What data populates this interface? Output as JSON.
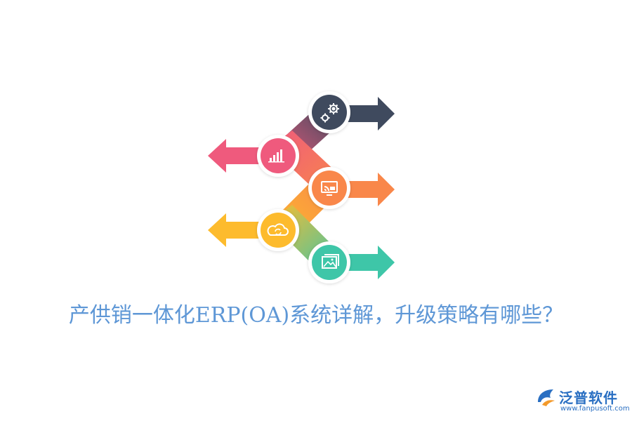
{
  "title": "产供销一体化ERP(OA)系统详解，升级策略有哪些？",
  "brand": {
    "name": "泛普软件",
    "url": "www.fanpusoft.com"
  },
  "diagram": {
    "steps": [
      {
        "icon": "gears-icon",
        "color": "#3f4a5e",
        "direction": "right"
      },
      {
        "icon": "bar-chart-icon",
        "color": "#ef5a7d",
        "direction": "left"
      },
      {
        "icon": "monitor-signal-icon",
        "color": "#f9874a",
        "direction": "right"
      },
      {
        "icon": "cloud-sync-icon",
        "color": "#fdbb2d",
        "direction": "left"
      },
      {
        "icon": "picture-icon",
        "color": "#3ec6a8",
        "direction": "right"
      }
    ]
  }
}
